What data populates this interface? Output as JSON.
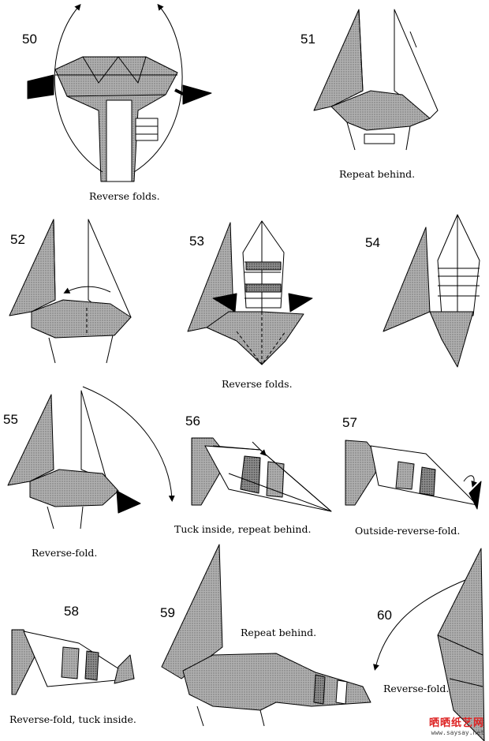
{
  "steps": [
    {
      "number": "50",
      "caption": "Reverse folds."
    },
    {
      "number": "51",
      "caption": "Repeat behind."
    },
    {
      "number": "52",
      "caption": ""
    },
    {
      "number": "53",
      "caption": "Reverse folds."
    },
    {
      "number": "54",
      "caption": ""
    },
    {
      "number": "55",
      "caption": "Reverse-fold."
    },
    {
      "number": "56",
      "caption": "Tuck inside, repeat behind."
    },
    {
      "number": "57",
      "caption": "Outside-reverse-fold."
    },
    {
      "number": "58",
      "caption": "Reverse-fold, tuck inside."
    },
    {
      "number": "59",
      "caption": "Repeat behind."
    },
    {
      "number": "60",
      "caption": "Reverse-fold."
    }
  ],
  "watermark": {
    "site_name": "晒晒纸艺网",
    "url": "www.saysay.net"
  },
  "colors": {
    "paper": "#9c9c9c",
    "paper_dark": "#7a7a7a",
    "ink": "#000000",
    "accent": "#dd2222"
  }
}
